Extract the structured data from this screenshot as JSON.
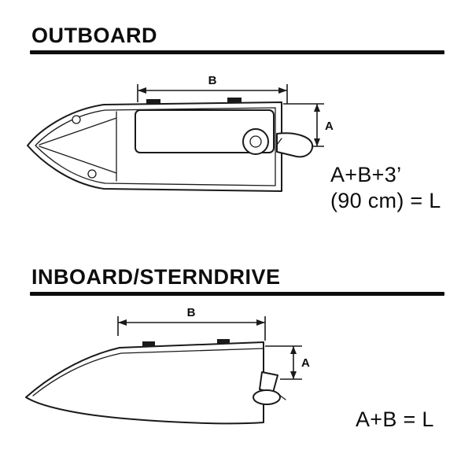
{
  "page": {
    "background": "#ffffff",
    "ink_color": "#0d0d0d"
  },
  "sections": [
    {
      "heading": "OUTBOARD",
      "diagram": "outboard-boat-top-view",
      "dim_b_label": "B",
      "dim_a_label": "A",
      "formula_line1": "A+B+3’",
      "formula_line2": "(90 cm) = L"
    },
    {
      "heading": "INBOARD/STERNDRIVE",
      "diagram": "inboard-sterndrive-boat-side-view",
      "dim_b_label": "B",
      "dim_a_label": "A",
      "formula_line1": "A+B  = L"
    }
  ]
}
